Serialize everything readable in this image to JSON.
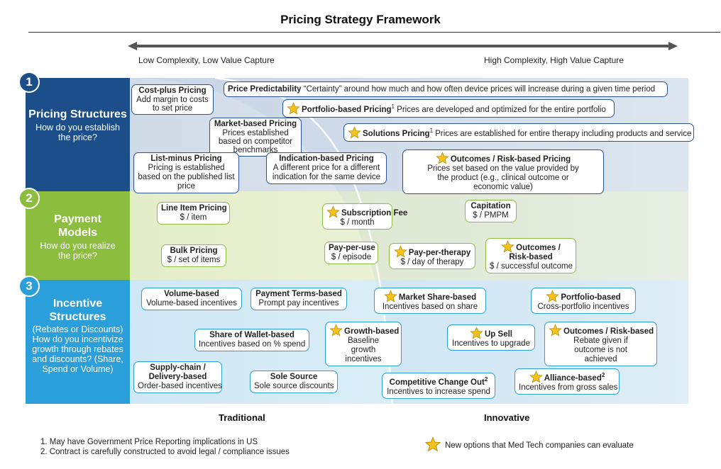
{
  "title": "Pricing Strategy Framework",
  "axis": {
    "left": "Low Complexity, Low Value Capture",
    "right": "High Complexity, High Value Capture"
  },
  "colors": {
    "pricing": "#1c4e8a",
    "payment": "#8cbd3f",
    "incentive": "#2b9fd9",
    "star": "#f6c21b"
  },
  "sections": [
    {
      "number": "1",
      "heading": "Pricing Structures",
      "desc": "How do you establish the price?"
    },
    {
      "number": "2",
      "heading": "Payment Models",
      "desc": "How do you realize the price?"
    },
    {
      "number": "3",
      "heading": "Incentive Structures",
      "desc": "(Rebates or Discounts) How do you incentivize growth through rebates and discounts? (Share, Spend or Volume)"
    }
  ],
  "pricing": {
    "cost_plus": {
      "title": "Cost-plus Pricing",
      "desc": "Add margin to costs to set price"
    },
    "predictability": {
      "title": "Price Predictability",
      "desc": "“Certainty” around how much and how often device prices will increase during a given time period"
    },
    "portfolio": {
      "title": "Portfolio-based Pricing",
      "sup": "1",
      "desc": "Prices are developed and optimized for the entire portfolio"
    },
    "market": {
      "title": "Market-based Pricing",
      "desc": "Prices established based on competitor benchmarks"
    },
    "solutions": {
      "title": "Solutions Pricing",
      "sup": "1",
      "desc": "Prices are established for entire therapy including products and service"
    },
    "list_minus": {
      "title": "List-minus Pricing",
      "desc": "Pricing is established based on the published list price"
    },
    "indication": {
      "title": "Indication-based Pricing",
      "desc": "A different price for a different indication for the same device"
    },
    "outcomes": {
      "title": "Outcomes / Risk-based Pricing",
      "desc": "Prices set based on the value provided by the product (e.g., clinical outcome or economic value)"
    }
  },
  "payment": {
    "line_item": {
      "title": "Line Item Pricing",
      "desc": "$ / item"
    },
    "subscription": {
      "title": "Subscription Fee",
      "desc": "$ / month"
    },
    "capitation": {
      "title": "Capitation",
      "desc": "$ / PMPM"
    },
    "bulk": {
      "title": "Bulk Pricing",
      "desc": "$ / set of items"
    },
    "per_use": {
      "title": "Pay-per-use",
      "desc": "$ / episode"
    },
    "per_therapy": {
      "title": "Pay-per-therapy",
      "desc": "$ / day of therapy"
    },
    "outcomes": {
      "title": "Outcomes / Risk-based",
      "desc": "$ / successful outcome"
    }
  },
  "incentive": {
    "volume": {
      "title": "Volume-based",
      "desc": "Volume-based incentives"
    },
    "terms": {
      "title": "Payment Terms-based",
      "desc": "Prompt pay incentives"
    },
    "share": {
      "title": "Market Share-based",
      "desc": "Incentives based on share"
    },
    "portfolio": {
      "title": "Portfolio-based",
      "desc": "Cross-portfolio incentives"
    },
    "wallet": {
      "title": "Share of Wallet-based",
      "desc": "Incentives based on % spend"
    },
    "growth": {
      "title": "Growth-based",
      "desc": "Baseline growth incentives"
    },
    "upsell": {
      "title": "Up Sell",
      "desc": "Incentives to upgrade"
    },
    "outcomes": {
      "title": "Outcomes / Risk-based",
      "desc": "Rebate given if outcome is not achieved"
    },
    "supply": {
      "title": "Supply-chain / Delivery-based",
      "desc": "Order-based incentives"
    },
    "sole": {
      "title": "Sole Source",
      "desc": "Sole source discounts"
    },
    "change_out": {
      "title": "Competitive Change Out",
      "sup": "2",
      "desc": "Incentives to increase spend"
    },
    "alliance": {
      "title": "Alliance-based",
      "sup": "2",
      "desc": "Incentives from gross sales"
    }
  },
  "bottom": {
    "left": "Traditional",
    "right": "Innovative"
  },
  "footnotes": [
    "1. May have Government Price Reporting implications in US",
    "2. Contract is carefully constructed to avoid legal / compliance issues"
  ],
  "legend": "New options that Med Tech companies can evaluate"
}
